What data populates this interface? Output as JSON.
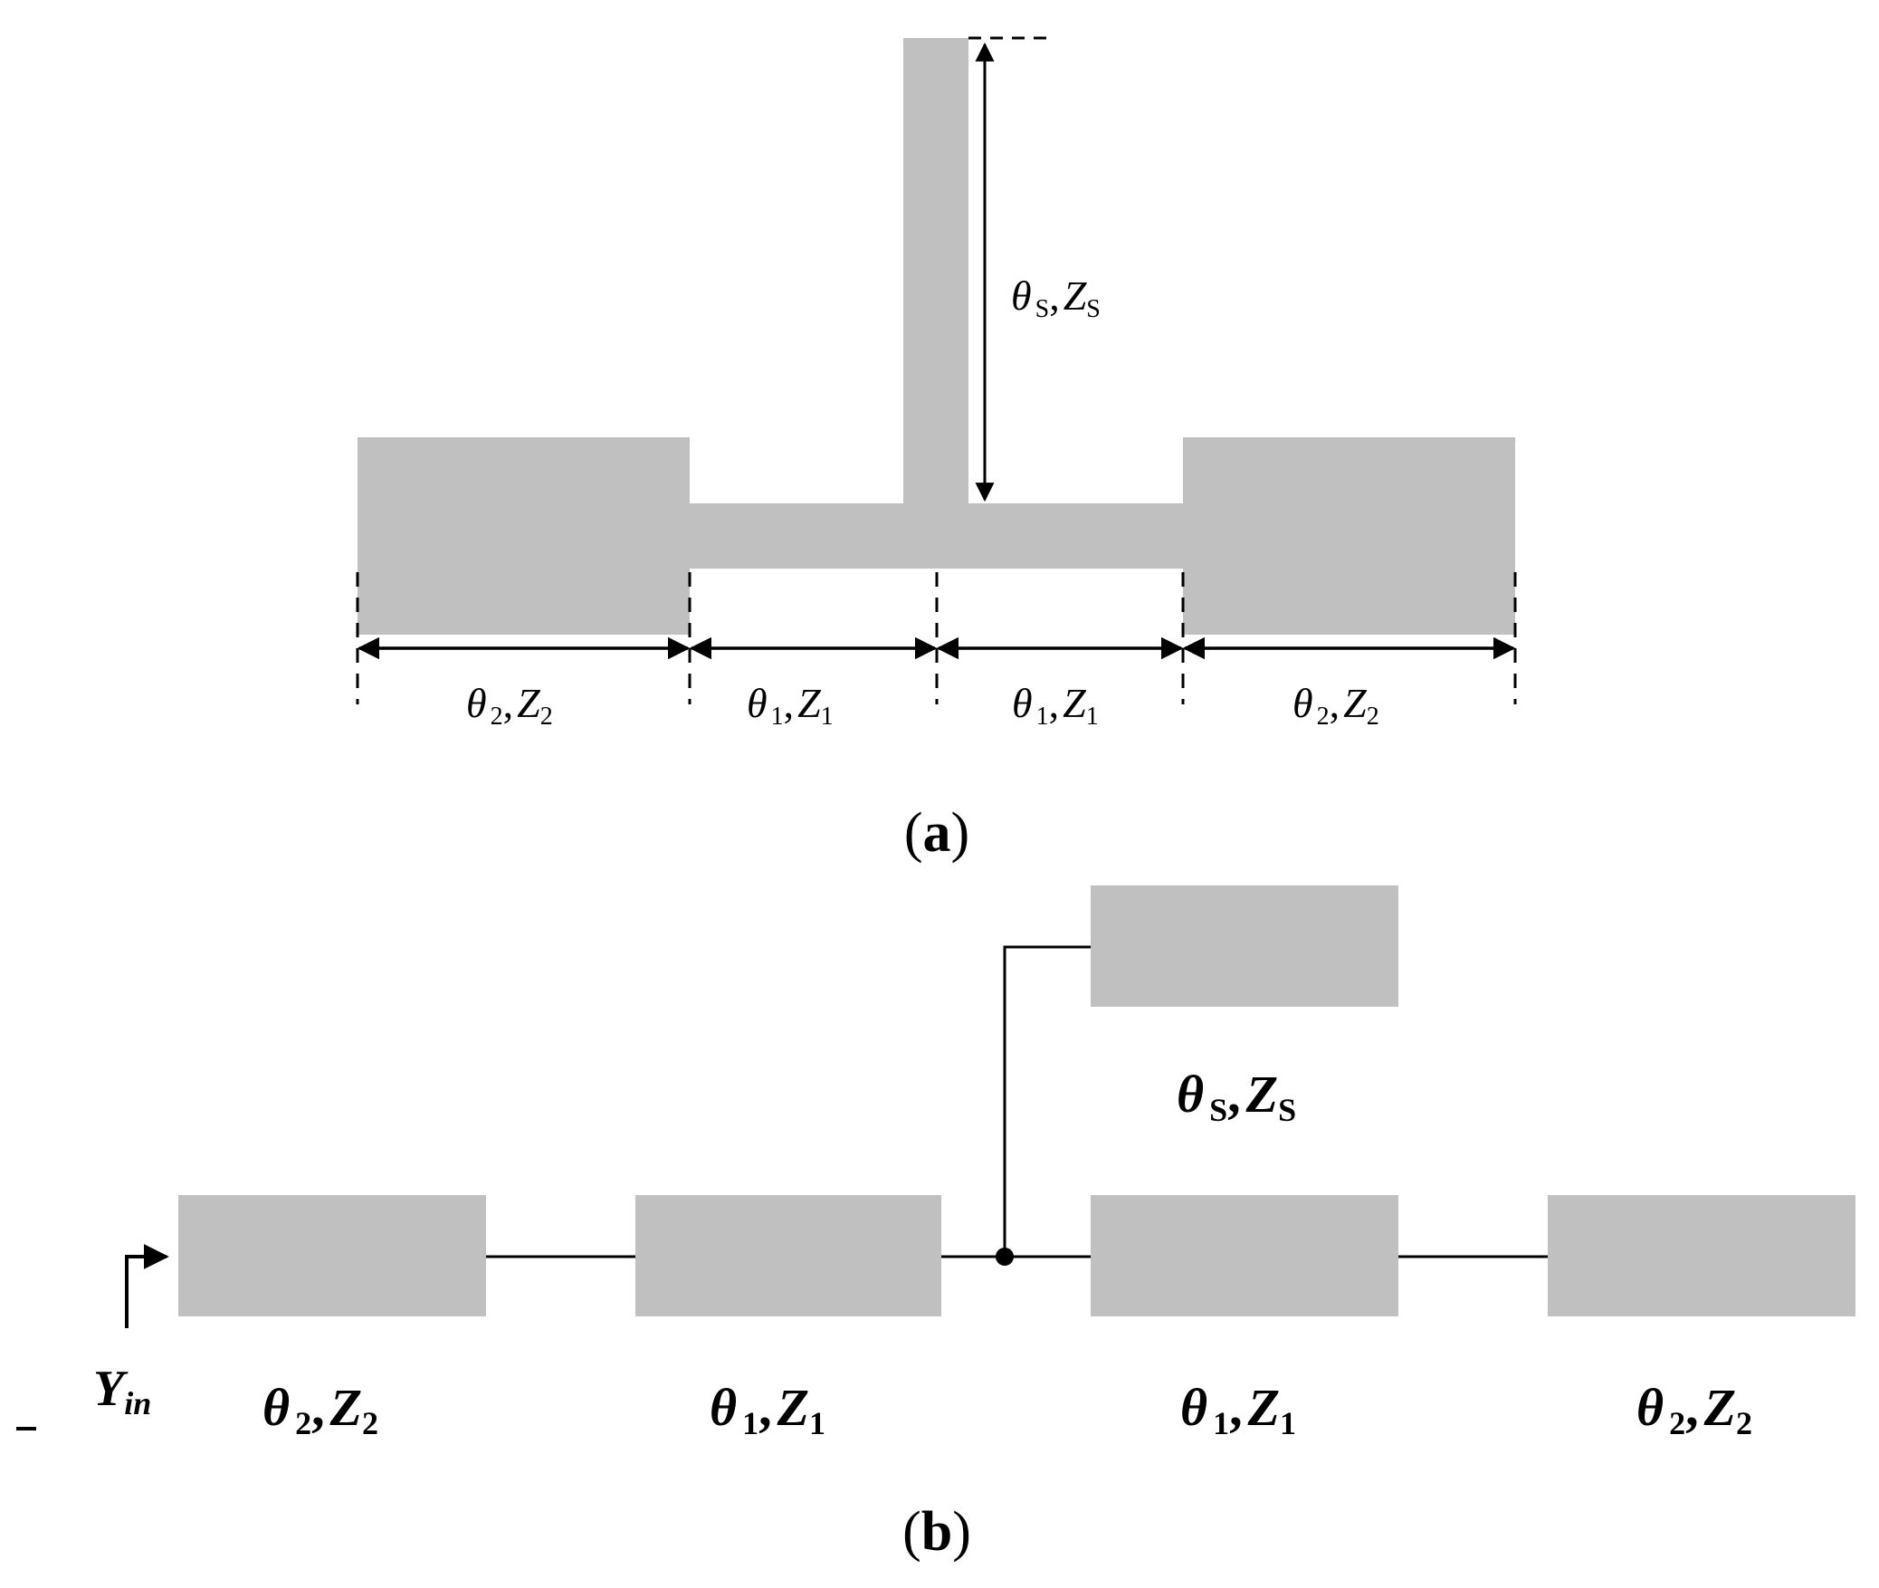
{
  "colors": {
    "block": "#c0c0c0",
    "line": "#000000",
    "background": "#ffffff"
  },
  "panel_a": {
    "caption": "(a)",
    "caption_letter": "a",
    "stub_label": {
      "theta": "θ",
      "theta_sub": "S",
      "sep": ",",
      "z": "Z",
      "z_sub": "S"
    },
    "dimension_labels": [
      {
        "theta": "θ",
        "theta_sub": "2",
        "sep": ",",
        "z": "Z",
        "z_sub": "2"
      },
      {
        "theta": "θ",
        "theta_sub": "1",
        "sep": ",",
        "z": "Z",
        "z_sub": "1"
      },
      {
        "theta": "θ",
        "theta_sub": "1",
        "sep": ",",
        "z": "Z",
        "z_sub": "1"
      },
      {
        "theta": "θ",
        "theta_sub": "2",
        "sep": ",",
        "z": "Z",
        "z_sub": "2"
      }
    ]
  },
  "panel_b": {
    "caption": "(b)",
    "caption_letter": "b",
    "input_label": {
      "main": "Y",
      "sub": "in"
    },
    "stub_label": {
      "theta": "θ",
      "theta_sub": "S",
      "sep": ",",
      "z": "Z",
      "z_sub": "S"
    },
    "block_labels": [
      {
        "theta": "θ",
        "theta_sub": "2",
        "sep": ",",
        "z": "Z",
        "z_sub": "2"
      },
      {
        "theta": "θ",
        "theta_sub": "1",
        "sep": ",",
        "z": "Z",
        "z_sub": "1"
      },
      {
        "theta": "θ",
        "theta_sub": "1",
        "sep": ",",
        "z": "Z",
        "z_sub": "1"
      },
      {
        "theta": "θ",
        "theta_sub": "2",
        "sep": ",",
        "z": "Z",
        "z_sub": "2"
      }
    ]
  }
}
